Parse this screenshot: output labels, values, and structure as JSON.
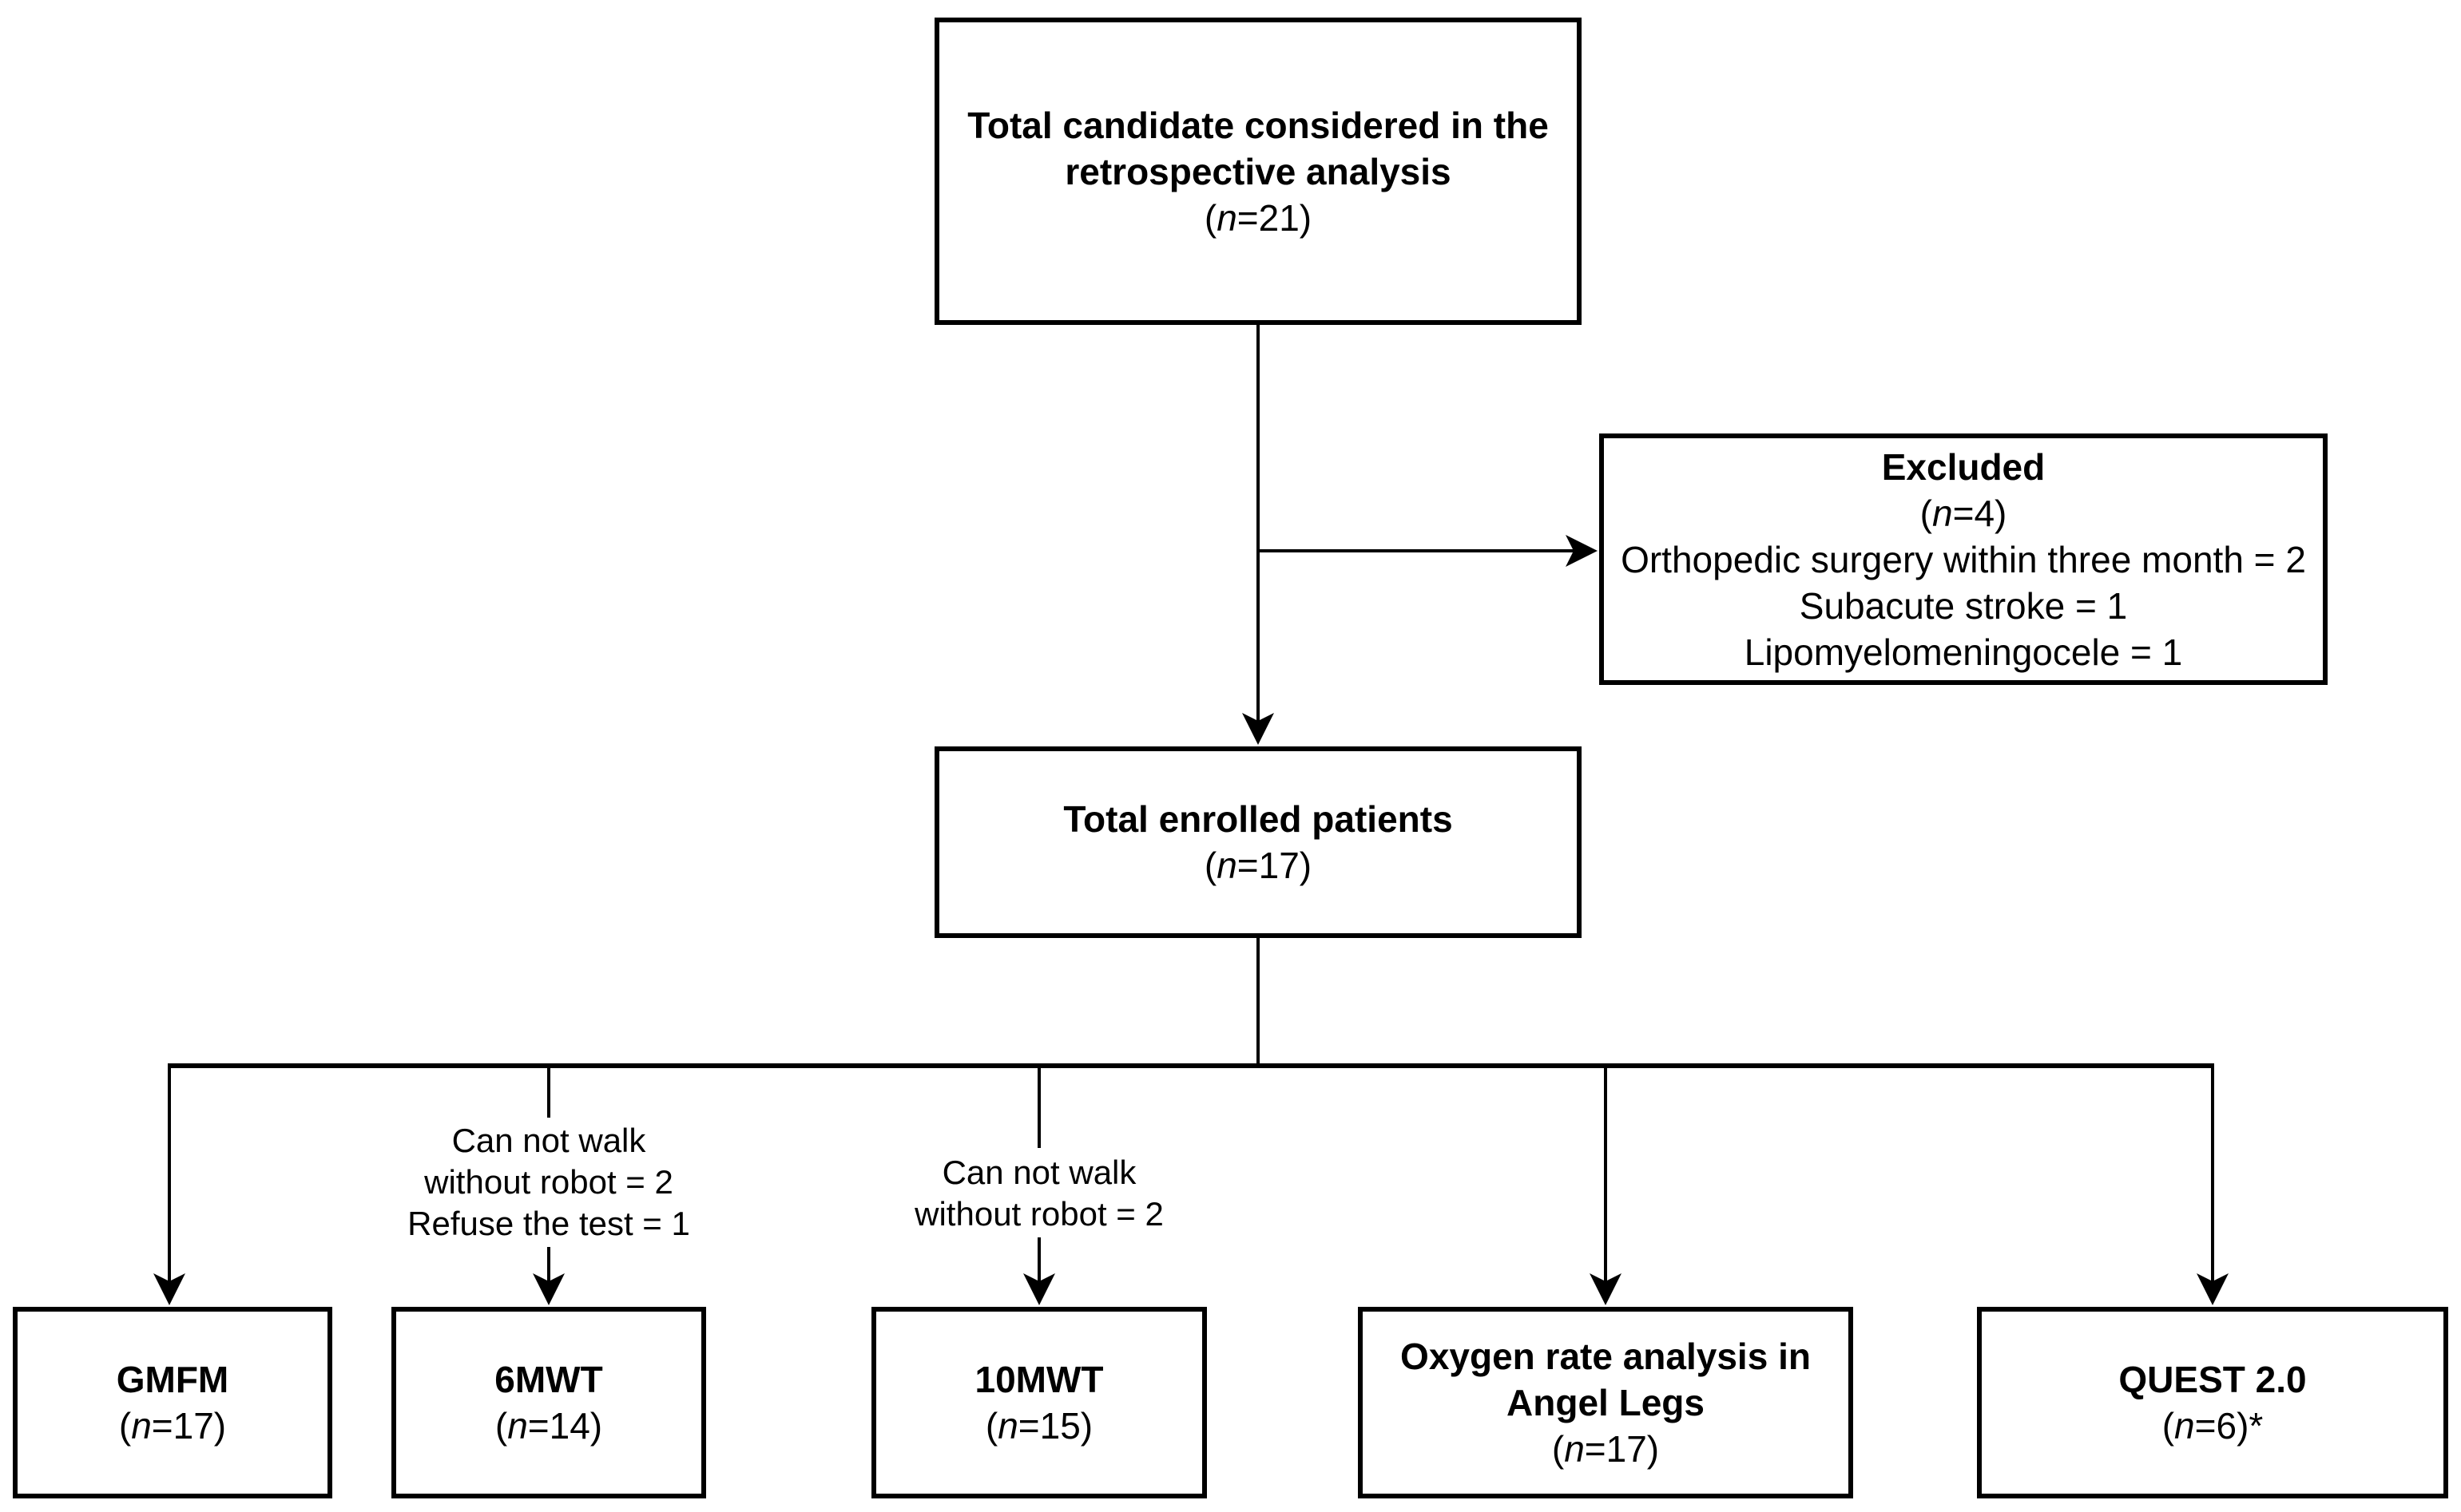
{
  "diagram": {
    "background_color": "#ffffff",
    "line_color": "#000000",
    "text_color": "#000000",
    "top_box": {
      "title_lines": [
        "Total candidate considered in the",
        "retrospective analysis"
      ],
      "n_open": "(",
      "n_var": "n",
      "n_rest": "=21)"
    },
    "excluded_box": {
      "title": "Excluded",
      "n_open": "(",
      "n_var": "n",
      "n_rest": "=4)",
      "reasons": [
        "Orthopedic surgery within three month = 2",
        "Subacute stroke = 1",
        "Lipomyelomeningocele = 1"
      ]
    },
    "enrolled_box": {
      "title": "Total enrolled patients",
      "n_open": "(",
      "n_var": "n",
      "n_rest": "=17)"
    },
    "outcomes": [
      {
        "title_lines": [
          "GMFM"
        ],
        "n_open": "(",
        "n_var": "n",
        "n_rest": "=17)"
      },
      {
        "title_lines": [
          "6MWT"
        ],
        "n_open": "(",
        "n_var": "n",
        "n_rest": "=14)"
      },
      {
        "title_lines": [
          "10MWT"
        ],
        "n_open": "(",
        "n_var": "n",
        "n_rest": "=15)"
      },
      {
        "title_lines": [
          "Oxygen rate analysis in",
          "Angel Legs"
        ],
        "n_open": "(",
        "n_var": "n",
        "n_rest": "=17)"
      },
      {
        "title_lines": [
          "QUEST 2.0"
        ],
        "n_open": "(",
        "n_var": "n",
        "n_rest": "=6)*"
      }
    ],
    "annotations": {
      "six_mwt": {
        "lines": [
          "Can not walk",
          "without robot = 2",
          "Refuse the test = 1"
        ]
      },
      "ten_mwt": {
        "lines": [
          "Can not walk",
          "without robot = 2"
        ]
      }
    }
  }
}
